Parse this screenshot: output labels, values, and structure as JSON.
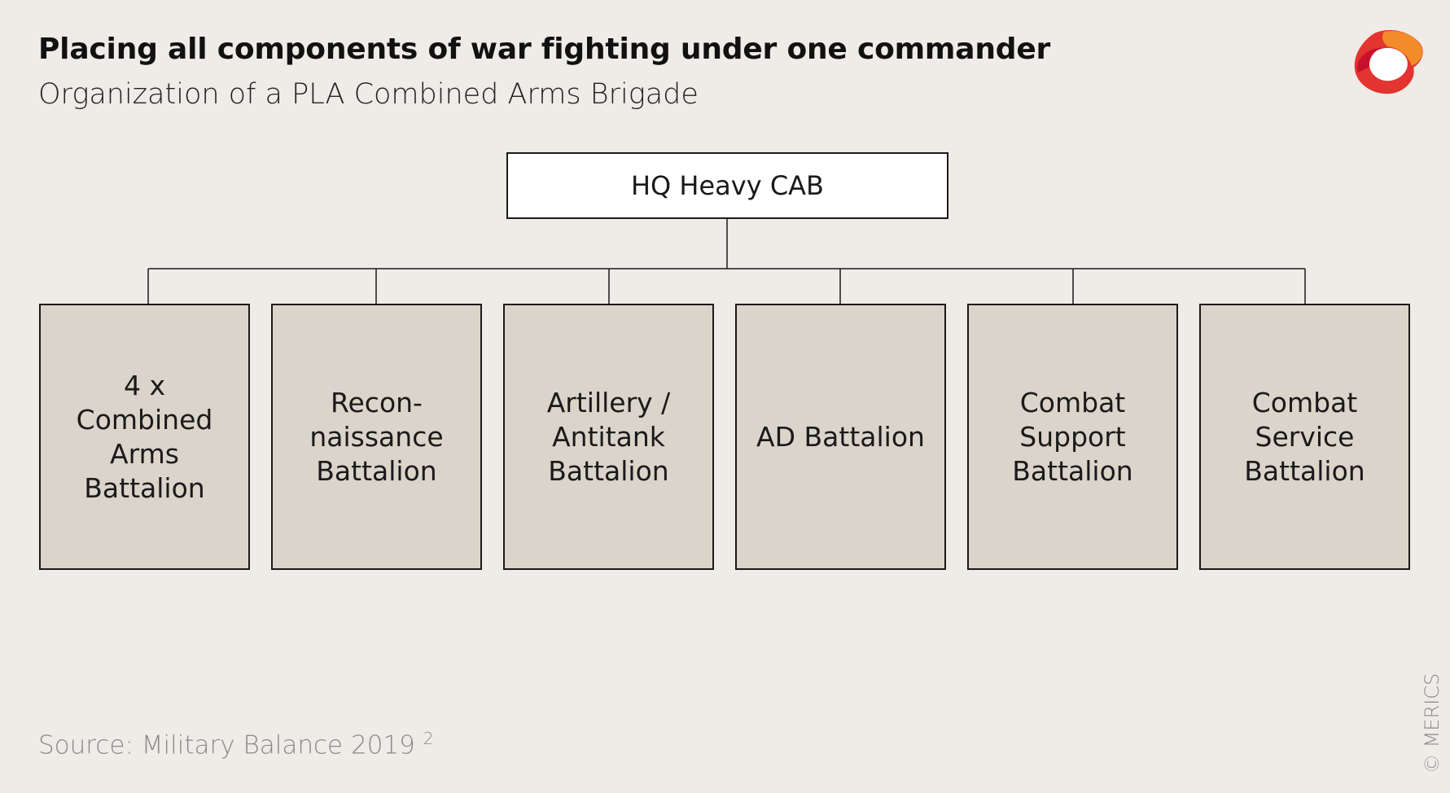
{
  "header": {
    "title": "Placing all components of war fighting under one commander",
    "subtitle": "Organization of a PLA Combined Arms Brigade"
  },
  "logo": {
    "icon": "merics-logo-icon",
    "colors": [
      "#e3342f",
      "#f28c28",
      "#c8102e"
    ]
  },
  "org_chart": {
    "root": {
      "label": "HQ Heavy CAB"
    },
    "children": [
      {
        "label": "4 x\nCombined\nArms\nBattalion"
      },
      {
        "label": "Recon-\nnaissance\nBattalion"
      },
      {
        "label": "Artillery /\nAntitank\nBattalion"
      },
      {
        "label": "AD Battalion"
      },
      {
        "label": "Combat\nSupport\nBattalion"
      },
      {
        "label": "Combat\nService\nBattalion"
      }
    ],
    "colors": {
      "root_fill": "#ffffff",
      "child_fill": "#dbd4ca",
      "line": "#1a1a1a",
      "background": "#efebe7"
    }
  },
  "footer": {
    "source": "Source: Military Balance 2019",
    "source_superscript": "2",
    "copyright": "© MERICS"
  }
}
